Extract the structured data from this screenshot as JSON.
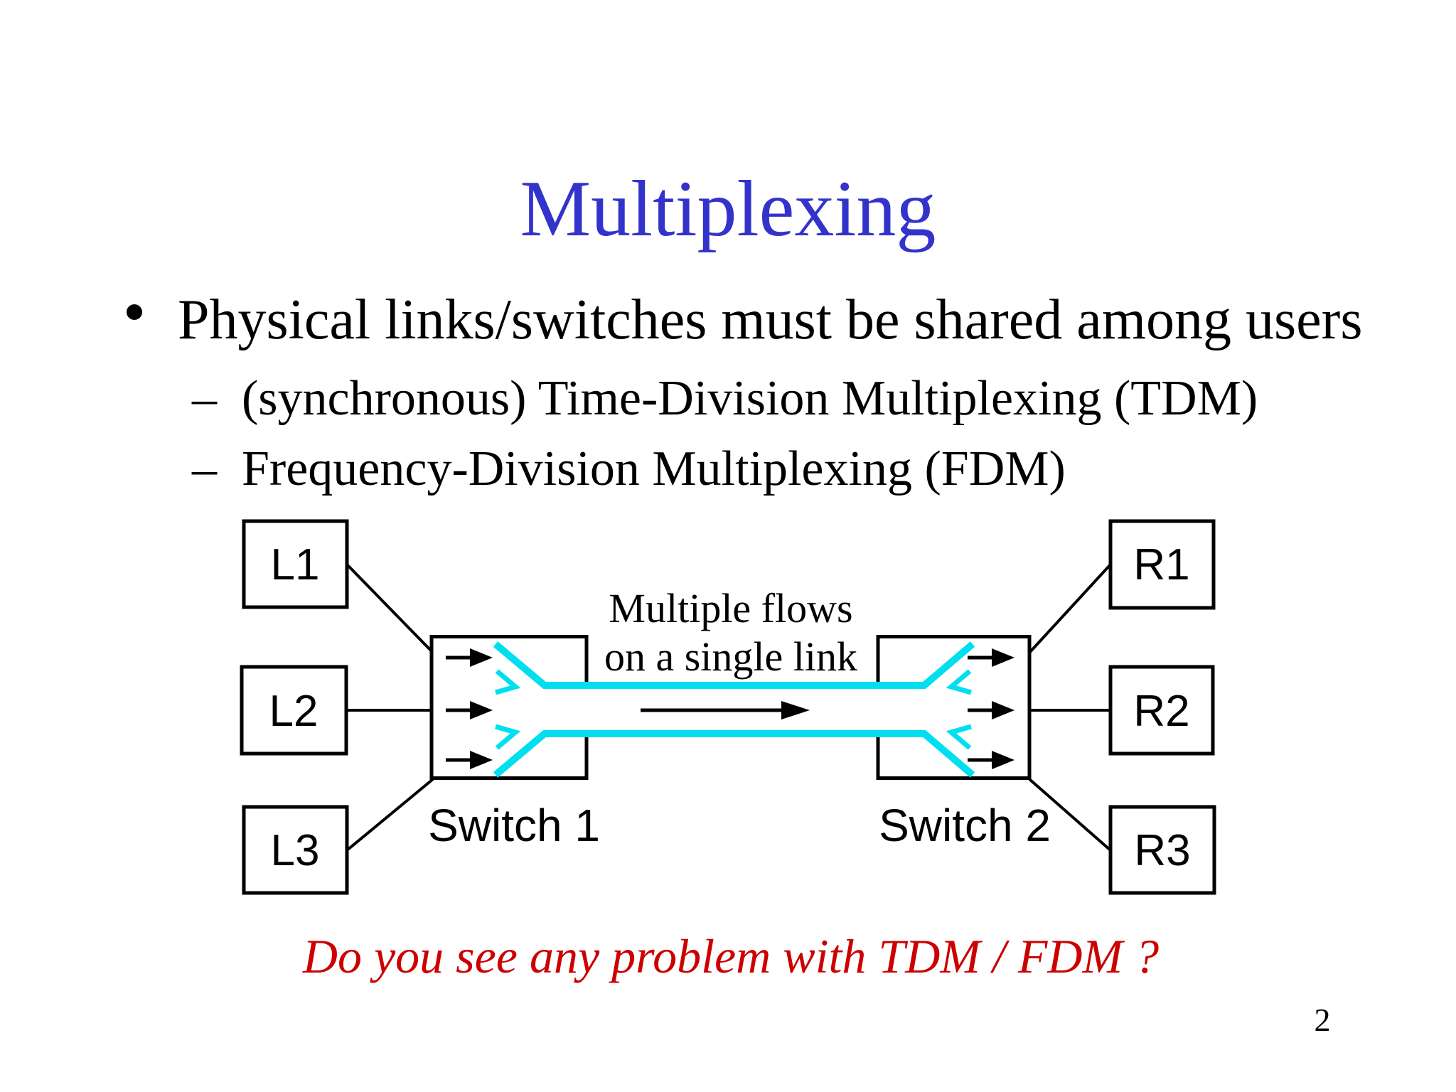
{
  "slide": {
    "title": "Multiplexing",
    "bullet_marker": "•",
    "dash_marker": "–",
    "bullet": "Physical links/switches must be shared among users",
    "sub_bullets": [
      "(synchronous) Time-Division Multiplexing (TDM)",
      "Frequency-Division Multiplexing (FDM)"
    ],
    "question": "Do you see any problem with TDM / FDM ?",
    "page_number": "2",
    "colors": {
      "title_blue": "#3333cc",
      "question_red": "#cc0000",
      "flow_cyan": "#00dff0",
      "line_black": "#000000"
    }
  },
  "diagram": {
    "left_nodes": [
      "L1",
      "L2",
      "L3"
    ],
    "right_nodes": [
      "R1",
      "R2",
      "R3"
    ],
    "switch1_label": "Switch 1",
    "switch2_label": "Switch 2",
    "link_caption_line1": "Multiple flows",
    "link_caption_line2": "on a single link"
  }
}
